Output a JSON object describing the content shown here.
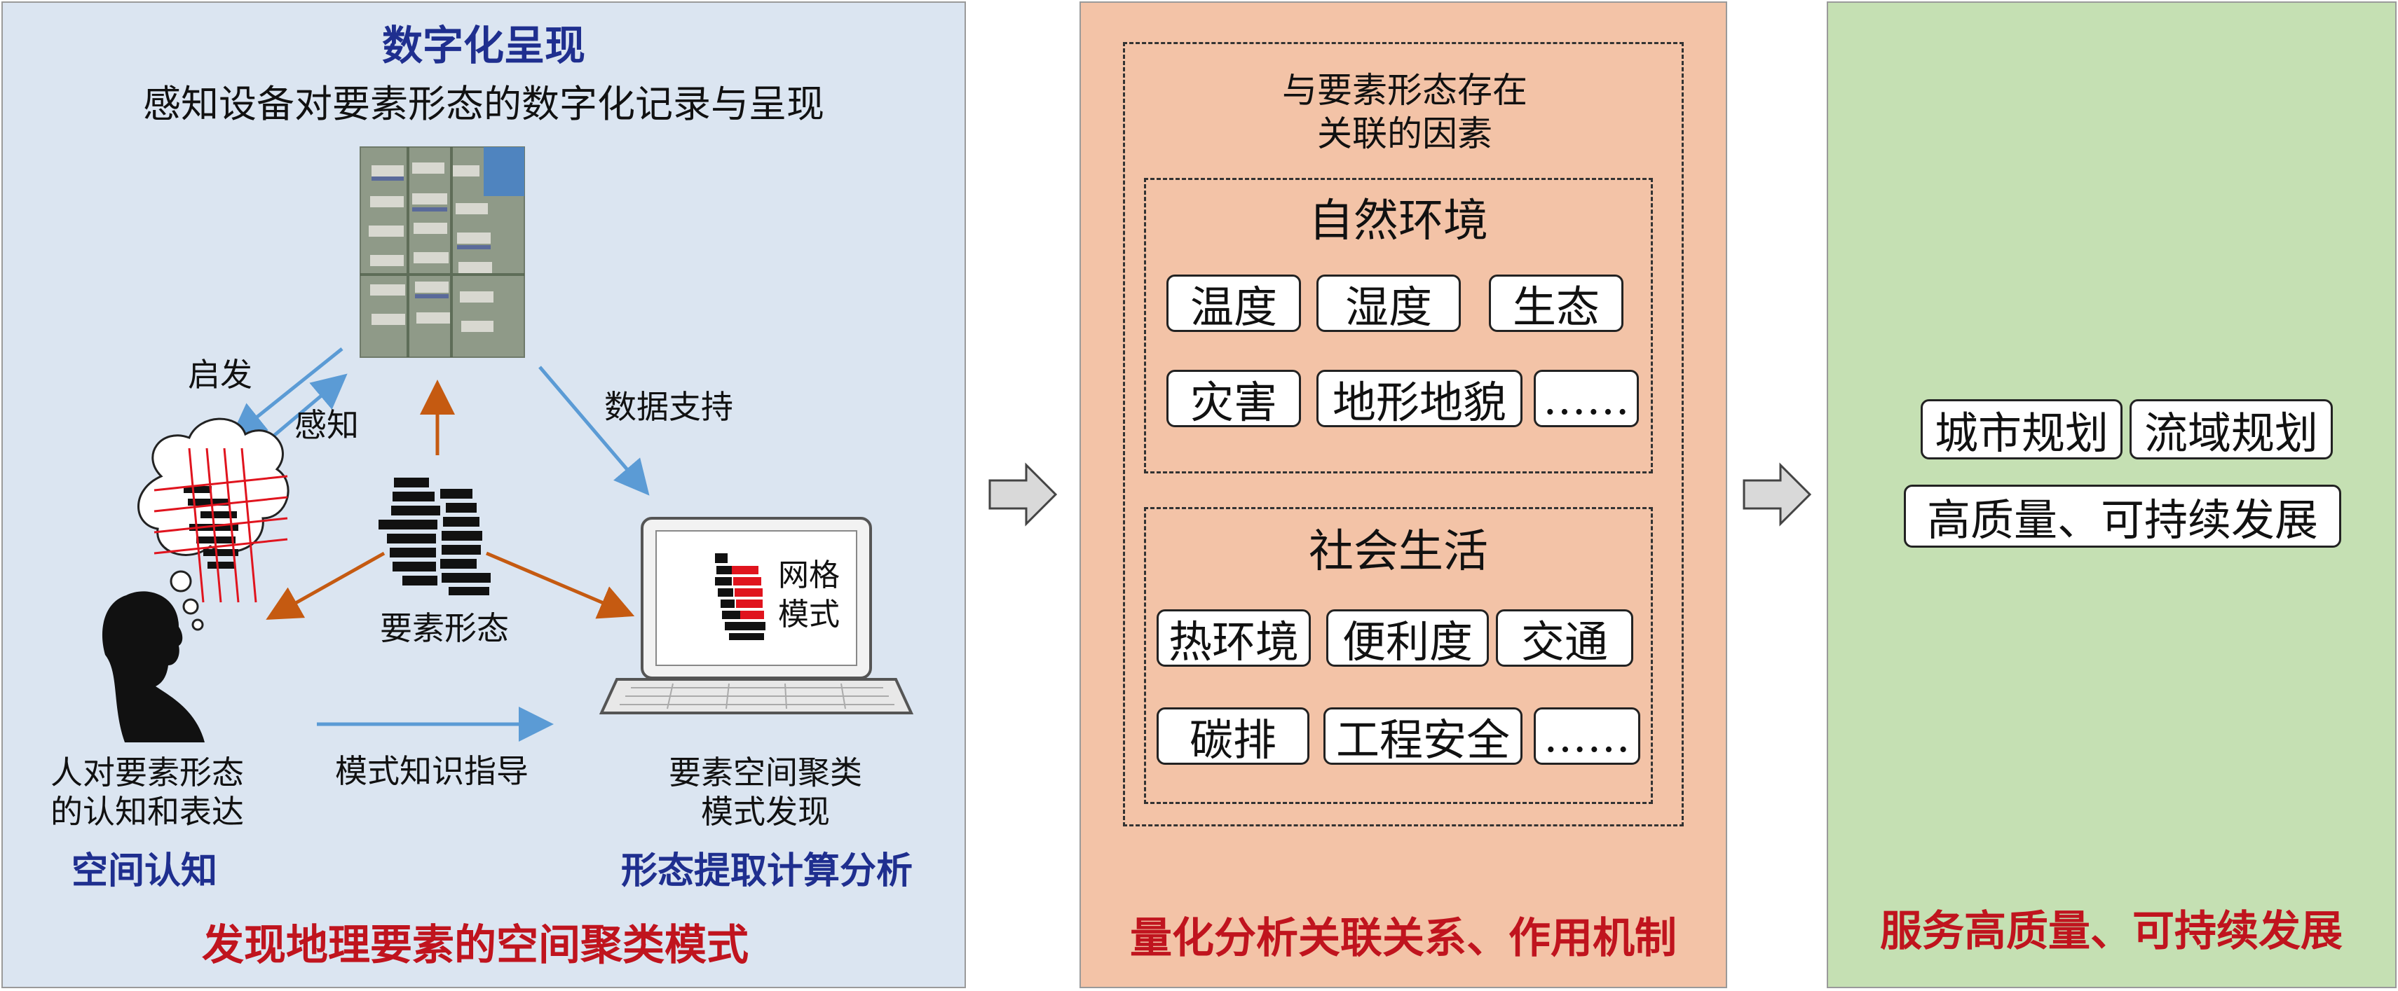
{
  "left_panel": {
    "title": "数字化呈现",
    "subtitle": "感知设备对要素形态的数字化记录与呈现",
    "inspire_label": "启发",
    "perceive_label": "感知",
    "data_support_label": "数据支持",
    "element_form_label": "要素形态",
    "screen_label_line1": "网格",
    "screen_label_line2": "模式",
    "pattern_guide_label": "模式知识指导",
    "human_line1": "人对要素形态",
    "human_line2": "的认知和表达",
    "spatial_cognition": "空间认知",
    "cluster_line1": "要素空间聚类",
    "cluster_line2": "模式发现",
    "extraction_analysis": "形态提取计算分析",
    "footer": "发现地理要素的空间聚类模式"
  },
  "middle_panel": {
    "header_line1": "与要素形态存在",
    "header_line2": "关联的因素",
    "natural": {
      "title": "自然环境",
      "tags": [
        "温度",
        "湿度",
        "生态",
        "灾害",
        "地形地貌",
        "……"
      ]
    },
    "social": {
      "title": "社会生活",
      "tags": [
        "热环境",
        "便利度",
        "交通",
        "碳排",
        "工程安全",
        "……"
      ]
    },
    "footer": "量化分析关联关系、作用机制"
  },
  "right_panel": {
    "tags": [
      "城市规划",
      "流域规划",
      "高质量、可持续发展"
    ],
    "footer": "服务高质量、可持续发展"
  },
  "colors": {
    "left_bg": "#dbe5f1",
    "middle_bg": "#f3c3a7",
    "right_bg": "#c5e0b3",
    "title_blue": "#1f2f8f",
    "footer_red": "#c0141e",
    "arrow_blue": "#5b9bd5",
    "arrow_orange": "#c55a11"
  }
}
